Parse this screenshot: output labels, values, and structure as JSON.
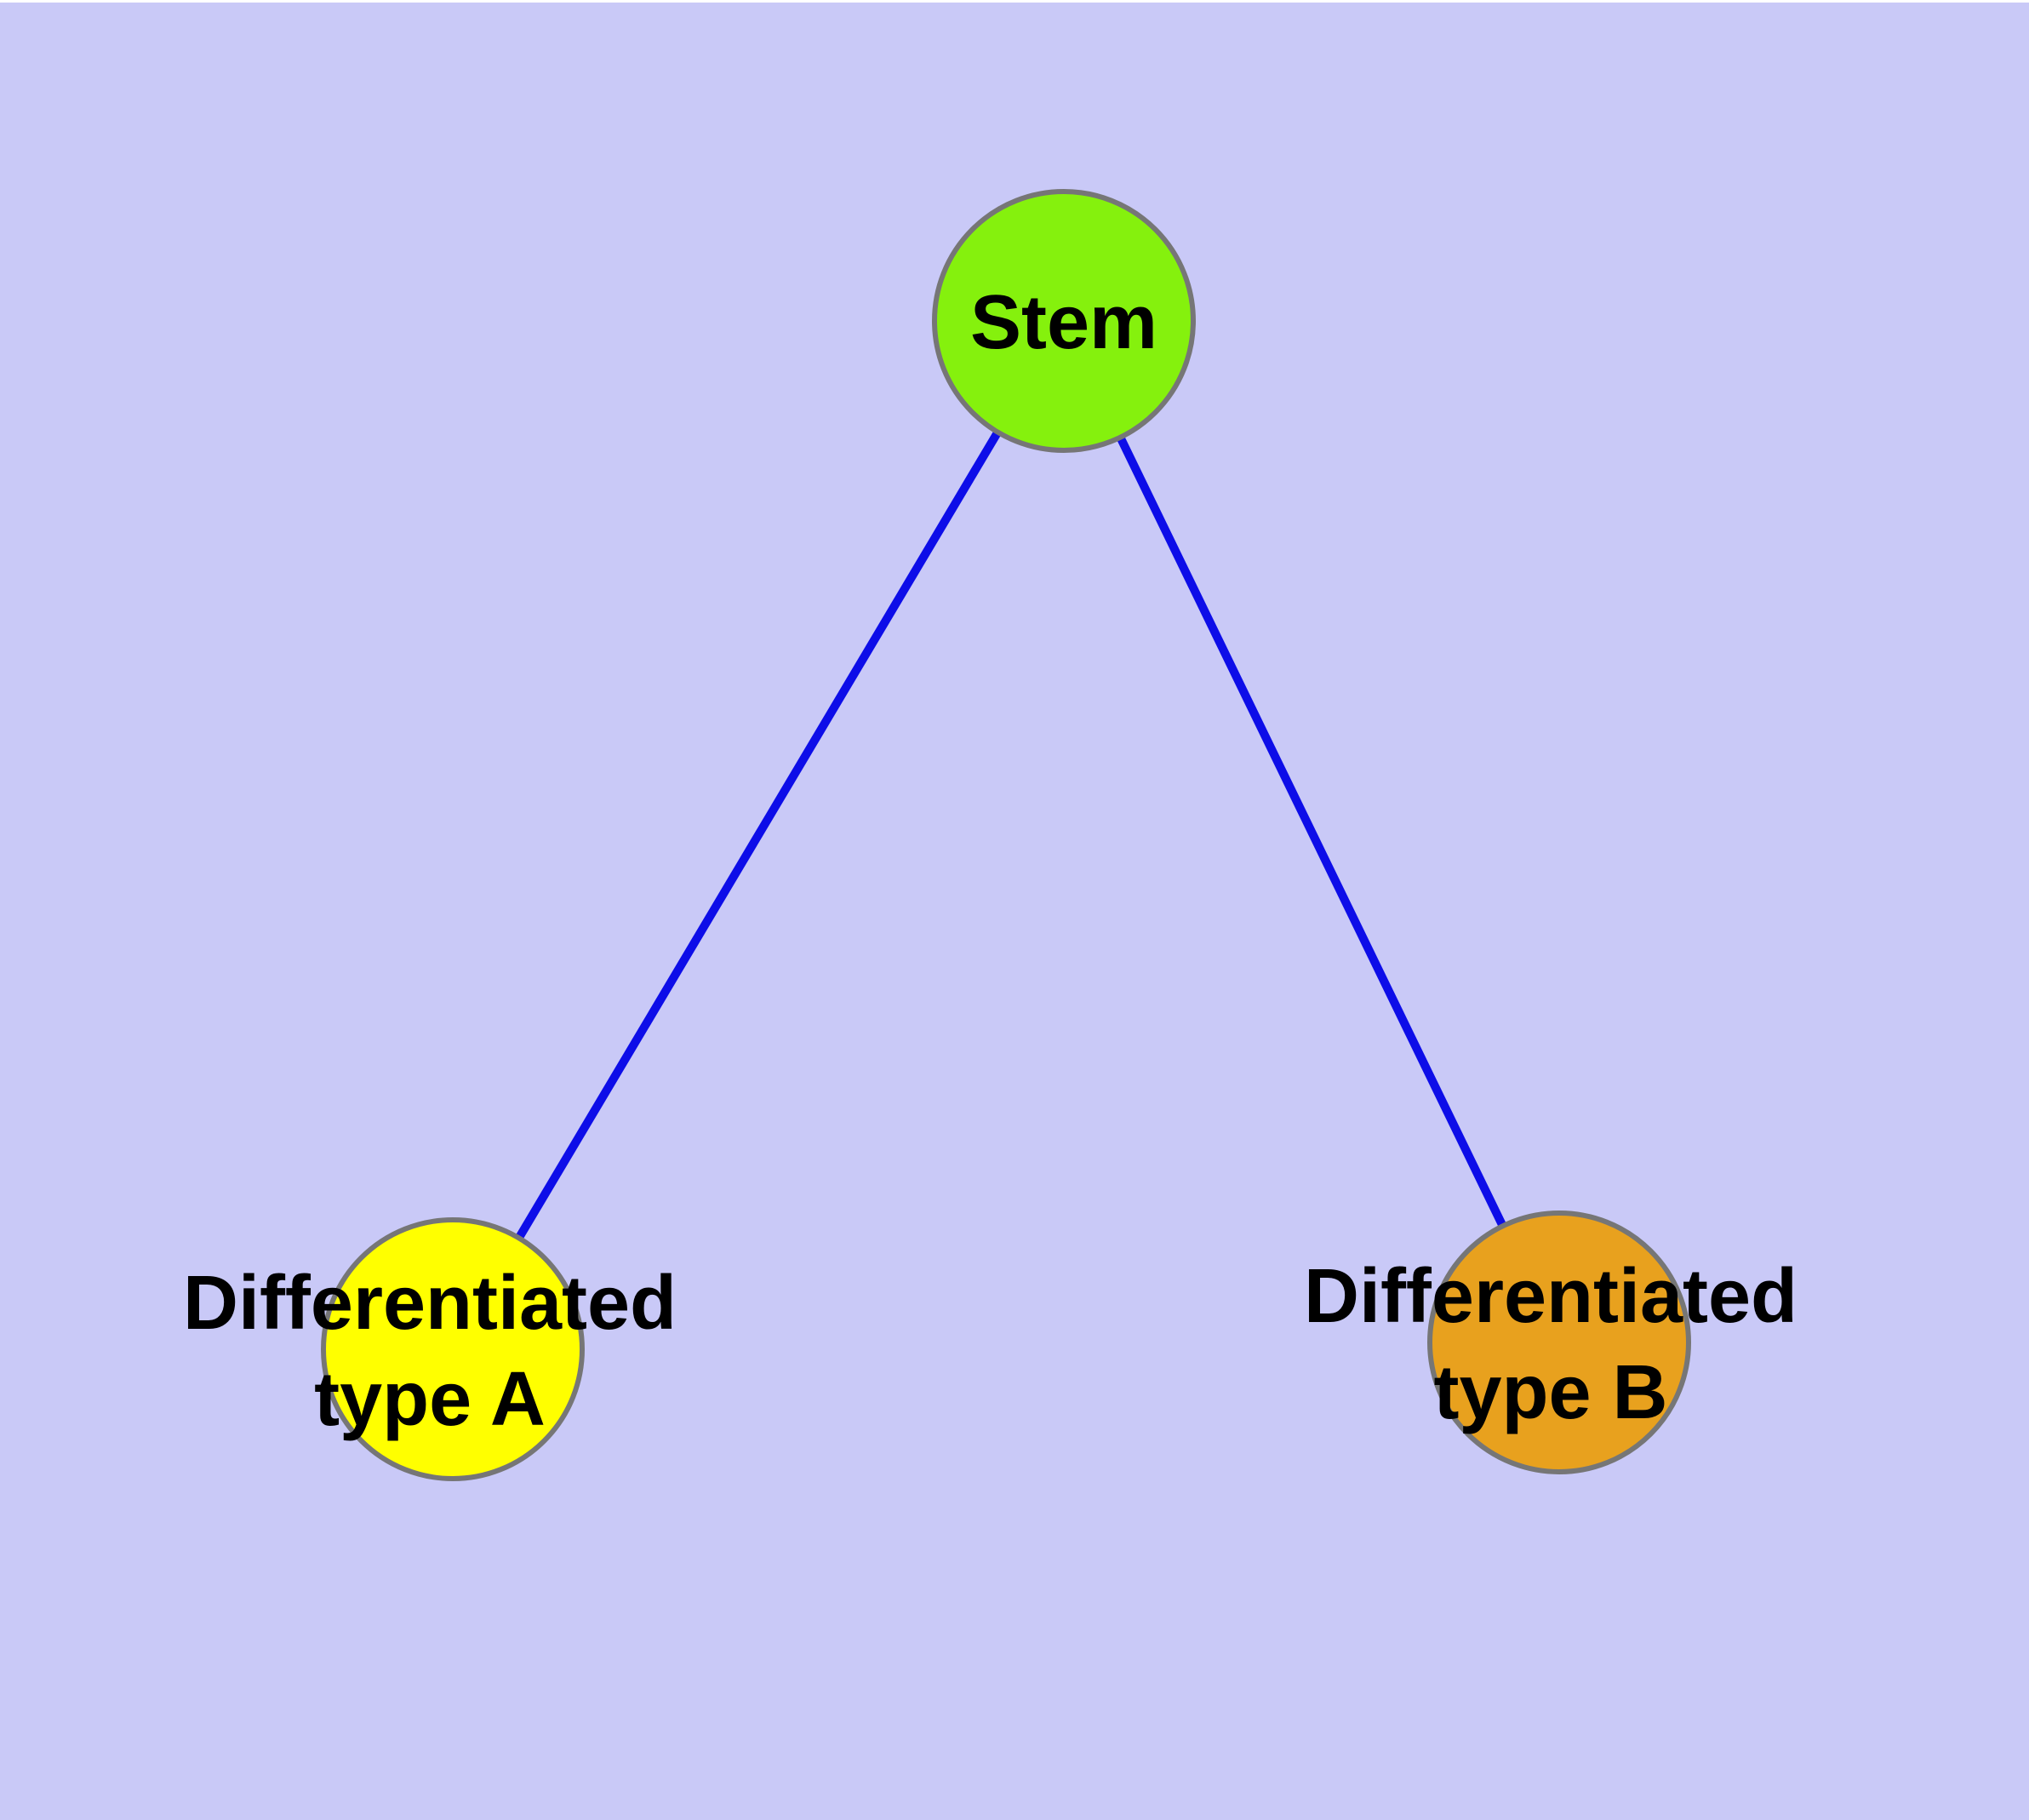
{
  "diagram": {
    "background_color": "#C9C9F7",
    "edge_color": "#0D0DE8",
    "node_stroke_color": "#767676",
    "label_color": "#000000",
    "nodes": [
      {
        "id": "stem",
        "label": "Stem",
        "fill": "#85F10D"
      },
      {
        "id": "differentiated-type-a",
        "label_line1": "Differentiated",
        "label_line2": "type A",
        "fill": "#FFFF00"
      },
      {
        "id": "differentiated-type-b",
        "label_line1": "Differentiated",
        "label_line2": "type B",
        "fill": "#E8A11E"
      }
    ],
    "edges": [
      {
        "from": "stem",
        "to": "differentiated-type-a"
      },
      {
        "from": "stem",
        "to": "differentiated-type-b"
      }
    ]
  }
}
